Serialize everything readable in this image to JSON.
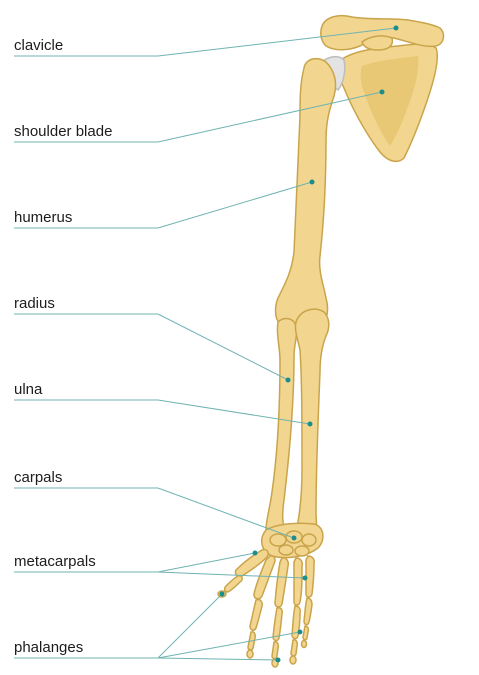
{
  "labels": {
    "clavicle": "clavicle",
    "shoulder_blade": "shoulder blade",
    "humerus": "humerus",
    "radius": "radius",
    "ulna": "ulna",
    "carpals": "carpals",
    "metacarpals": "metacarpals",
    "phalanges": "phalanges"
  },
  "colors": {
    "bone_fill": "#f2d68f",
    "bone_stroke": "#c9a44b",
    "cartilage": "#e3e3e3",
    "leader_line": "#6fb3b1",
    "dot": "#1c8d8a",
    "text": "#1c1c1c"
  }
}
